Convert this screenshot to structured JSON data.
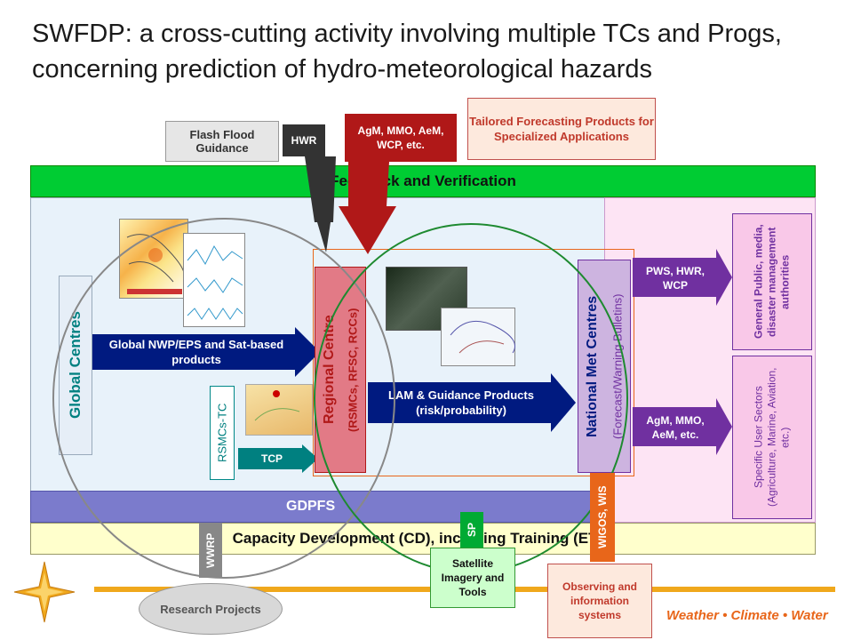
{
  "title": "SWFDP: a cross-cutting activity involving multiple TCs and Progs, concerning prediction of hydro-meteorological hazards",
  "top": {
    "flash_flood": "Flash Flood Guidance",
    "hwr": "HWR",
    "agm_top": "AgM, MMO, AeM, WCP, etc.",
    "tailored": "Tailored Forecasting Products for Specialized Applications"
  },
  "bands": {
    "feedback": "Feedback and Verification",
    "gdpfs": "GDPFS",
    "capacity": "Capacity Development (CD), including Training (ETR)"
  },
  "centres": {
    "global": "Global Centres",
    "regional": "Regional Centre",
    "regional_sub": "(RSMCs, RFSC, RCCs)",
    "national": "National Met Centres",
    "national_sub": "(Forecast/Warning Bulletins)",
    "rsmcs_tc": "RSMCs-TC"
  },
  "arrows": {
    "global_nwp": "Global NWP/EPS and Sat-based products",
    "tcp": "TCP",
    "lam": "LAM & Guidance Products (risk/probability)",
    "pws": "PWS, HWR, WCP",
    "agm_bottom": "AgM, MMO, AeM, etc."
  },
  "users": {
    "general_public": "General Public, media, disaster management authorities",
    "specific_sectors": "Specific User Sectors (Agriculture, Marine, Aviation, etc.)"
  },
  "bottom": {
    "wwrp": "WWRP",
    "sp": "SP",
    "wigos": "WIGOS, WIS",
    "research": "Research Projects",
    "satellite": "Satellite Imagery and Tools",
    "observing": "Observing and information systems",
    "footer_brand": "Weather • Climate • Water"
  },
  "colors": {
    "green_band": "#00cc33",
    "gdpfs_band": "#7b7bcc",
    "capacity_band": "#ffffcc",
    "navy": "#001a80",
    "teal": "#008080",
    "purple": "#7030a0",
    "red": "#b01818",
    "orange": "#e8661a",
    "gold": "#f0a81c"
  }
}
